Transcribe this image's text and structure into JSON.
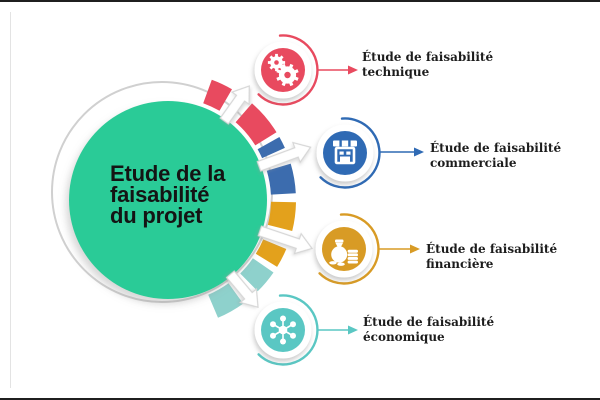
{
  "page": {
    "background": "#ffffff",
    "frame_line_color": "#1f1f1f",
    "left_edge_line_color": "#e3e3e3"
  },
  "center": {
    "line1": "Etude de la",
    "line2": "faisabilité",
    "line3": "du projet",
    "circle_color": "#2bcb97",
    "text_color": "#141414",
    "outline_circle_color": "#d0d0d0"
  },
  "arrow": {
    "fill": "#ffffff",
    "outline": "#d6d6d6"
  },
  "branches": [
    {
      "name": "technique",
      "label_line1": "Étude de faisabilité",
      "label_line2": "technique",
      "color": "#e84a5f",
      "ring_color": "#e84a5f",
      "icon": "gears-icon"
    },
    {
      "name": "commerciale",
      "label_line1": "Étude de faisabilité",
      "label_line2": "commerciale",
      "color": "#2f6ab4",
      "ring_color": "#3c6cae",
      "icon": "storefront-icon"
    },
    {
      "name": "financiere",
      "label_line1": "Étude de faisabilité",
      "label_line2": "financière",
      "color": "#d89b25",
      "ring_color": "#e3a11c",
      "icon": "money-bag-icon"
    },
    {
      "name": "economique",
      "label_line1": "Étude de faisabilité",
      "label_line2": "économique",
      "color": "#5ac7c3",
      "ring_color": "#8ed1cc",
      "icon": "network-icon"
    }
  ]
}
